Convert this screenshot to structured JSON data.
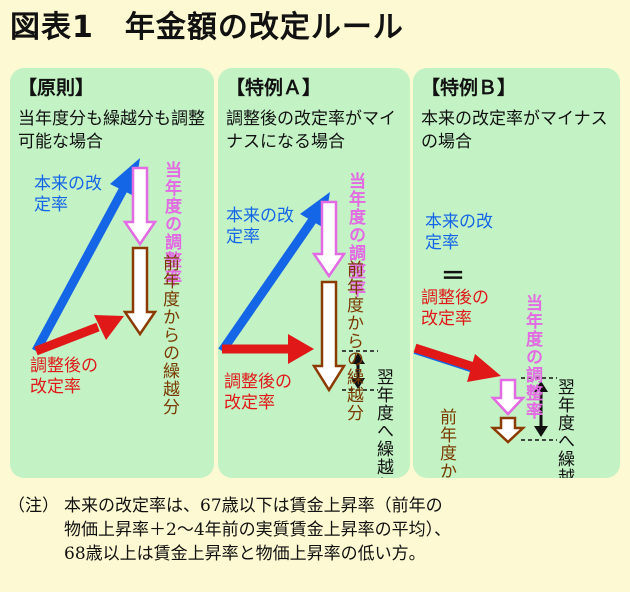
{
  "title": "図表1　年金額の改定ルール",
  "panels": [
    {
      "heading": "【原則】",
      "description": "当年度分も繰越分も調整可能な場合",
      "labels": {
        "original_rate": "本来の改定率",
        "adjustment_rate": "当年度の調整率",
        "carryover": "前年度からの繰越分",
        "adjusted_rate": "調整後の改定率"
      }
    },
    {
      "heading": "【特例Ａ】",
      "description": "調整後の改定率がマイナスになる場合",
      "labels": {
        "original_rate": "本来の改定率",
        "adjustment_rate": "当年度の調整率",
        "carryover": "前年度からの繰越分",
        "adjusted_rate": "調整後の改定率",
        "next_year_carryover": "翌年度へ繰越し"
      }
    },
    {
      "heading": "【特例Ｂ】",
      "description": "本来の改定率がマイナスの場合",
      "labels": {
        "original_rate": "本来の改定率",
        "equals": "＝",
        "adjusted_rate": "調整後の改定率",
        "adjustment_rate": "当年度の調整率",
        "carryover": "前年度からの繰越分",
        "next_year_carryover": "翌年度へ繰越し"
      }
    }
  ],
  "note": {
    "label": "（注）",
    "text": "本来の改定率は、67歳以下は賃金上昇率（前年の\n物価上昇率＋2～4年前の実質賃金上昇率の平均）、\n68歳以上は賃金上昇率と物価上昇率の低い方。"
  },
  "colors": {
    "background": "#fdf9d2",
    "panel": "#c3f3c5",
    "original_rate": "#1466e6",
    "adjusted_rate": "#e01818",
    "adjustment_rate": "#e26ae2",
    "carryover": "#8b3a00"
  }
}
